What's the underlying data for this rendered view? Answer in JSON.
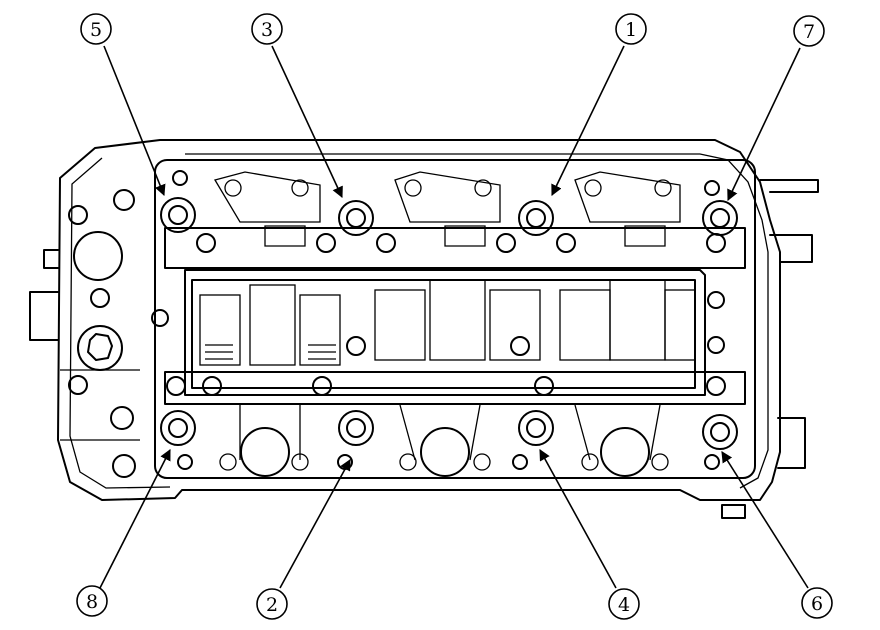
{
  "callouts": [
    {
      "id": "bolt-5",
      "label": "5"
    },
    {
      "id": "bolt-3",
      "label": "3"
    },
    {
      "id": "bolt-1",
      "label": "1"
    },
    {
      "id": "bolt-7",
      "label": "7"
    },
    {
      "id": "bolt-8",
      "label": "8"
    },
    {
      "id": "bolt-2",
      "label": "2"
    },
    {
      "id": "bolt-4",
      "label": "4"
    },
    {
      "id": "bolt-6",
      "label": "6"
    }
  ],
  "colors": {
    "line": "#000000",
    "background": "#ffffff"
  }
}
